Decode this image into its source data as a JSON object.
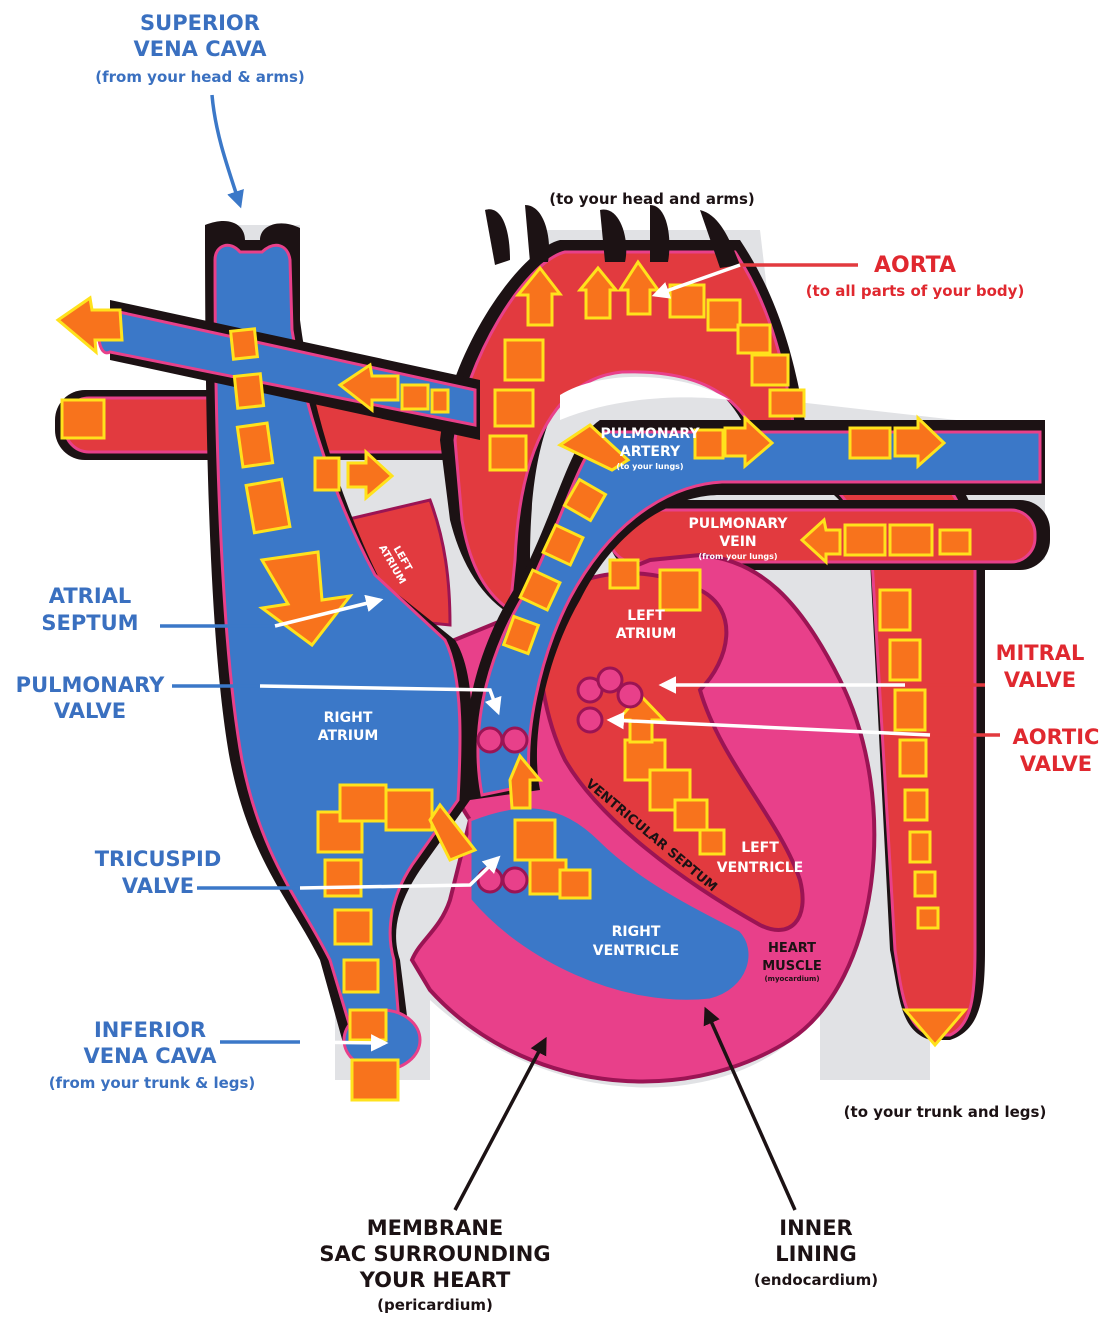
{
  "colors": {
    "blue": "#3b78c8",
    "blue_text": "#3a70c0",
    "red": "#e23a3f",
    "red_text": "#e0282f",
    "pink": "#e8408a",
    "pink_dark": "#9b1454",
    "orange": "#f8731c",
    "yellow": "#ffe21c",
    "shadow": "#dfe0e3",
    "black": "#1c1214",
    "white": "#ffffff"
  },
  "labels": {
    "svc_line1": "SUPERIOR",
    "svc_line2": "VENA CAVA",
    "svc_sub": "(from your head & arms)",
    "head_arms": "(to your head and arms)",
    "aorta": "AORTA",
    "aorta_sub": "(to all parts of your body)",
    "pa_line1": "PULMONARY",
    "pa_line2": "ARTERY",
    "pa_sub": "(to your lungs)",
    "pv_line1": "PULMONARY",
    "pv_line2": "VEIN",
    "pv_sub": "(from your lungs)",
    "la_small_line1": "LEFT",
    "la_small_line2": "ATRIUM",
    "la_line1": "LEFT",
    "la_line2": "ATRIUM",
    "atrial_septum_line1": "ATRIAL",
    "atrial_septum_line2": "SEPTUM",
    "pulm_valve_line1": "PULMONARY",
    "pulm_valve_line2": "VALVE",
    "mitral_line1": "MITRAL",
    "mitral_line2": "VALVE",
    "aortic_line1": "AORTIC",
    "aortic_line2": "VALVE",
    "ra_line1": "RIGHT",
    "ra_line2": "ATRIUM",
    "ventricular_septum": "VENTRICULAR SEPTUM",
    "lv_line1": "LEFT",
    "lv_line2": "VENTRICLE",
    "tricuspid_line1": "TRICUSPID",
    "tricuspid_line2": "VALVE",
    "rv_line1": "RIGHT",
    "rv_line2": "VENTRICLE",
    "hm_line1": "HEART",
    "hm_line2": "MUSCLE",
    "hm_sub": "(myocardium)",
    "ivc_line1": "INFERIOR",
    "ivc_line2": "VENA CAVA",
    "ivc_sub": "(from your trunk & legs)",
    "trunk_legs": "(to your trunk and legs)",
    "membrane_line1": "MEMBRANE",
    "membrane_line2": "SAC SURROUNDING",
    "membrane_line3": "YOUR HEART",
    "membrane_sub": "(pericardium)",
    "inner_line1": "INNER",
    "inner_line2": "LINING",
    "inner_sub": "(endocardium)"
  }
}
